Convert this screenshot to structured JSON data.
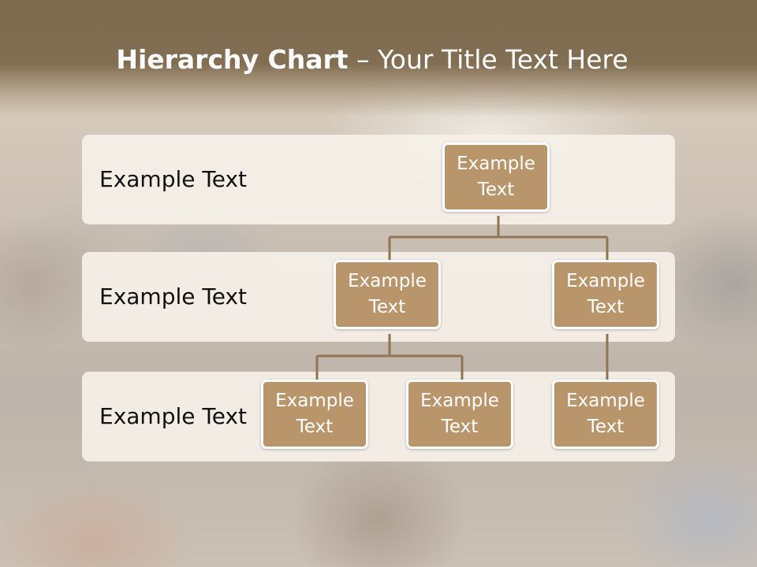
{
  "title": {
    "bold": "Hierarchy Chart",
    "rest": " – Your Title Text Here"
  },
  "rows": [
    {
      "label": "Example Text"
    },
    {
      "label": "Example Text"
    },
    {
      "label": "Example Text"
    }
  ],
  "nodes": {
    "root": {
      "line1": "Example",
      "line2": "Text"
    },
    "mid_left": {
      "line1": "Example",
      "line2": "Text"
    },
    "mid_right": {
      "line1": "Example",
      "line2": "Text"
    },
    "leaf_1": {
      "line1": "Example",
      "line2": "Text"
    },
    "leaf_2": {
      "line1": "Example",
      "line2": "Text"
    },
    "leaf_3": {
      "line1": "Example",
      "line2": "Text"
    }
  },
  "colors": {
    "node_fill": "#b8956a",
    "node_border": "#ffffff",
    "connector": "#8f7553",
    "title_band": "#7d6a4e",
    "row_band": "#f5f0e8"
  }
}
